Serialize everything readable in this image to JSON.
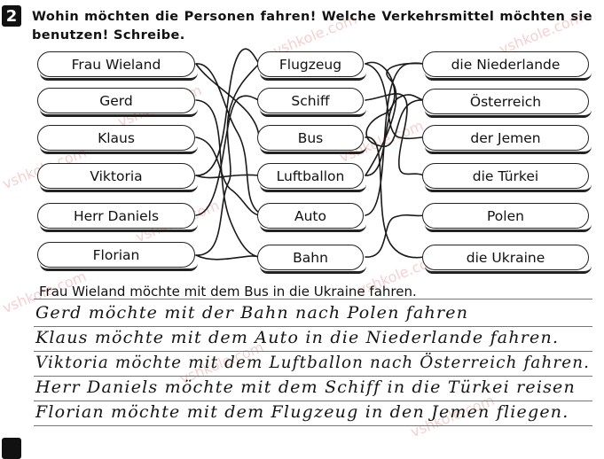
{
  "task": {
    "number": "2",
    "instruction": "Wohin möchten die Personen fahren! Welche Verkehrsmittel möchten sie benutzen! Schreibe."
  },
  "watermark": "vshkole.com",
  "persons": [
    "Frau Wieland",
    "Gerd",
    "Klaus",
    "Viktoria",
    "Herr Daniels",
    "Florian"
  ],
  "vehicles": [
    "Flugzeug",
    "Schiff",
    "Bus",
    "Luftballon",
    "Auto",
    "Bahn"
  ],
  "destinations": [
    "die Niederlande",
    "Österreich",
    "der Jemen",
    "die Türkei",
    "Polen",
    "die Ukraine"
  ],
  "example_sentence": "Frau Wieland möchte mit dem Bus in die Ukraine fahren.",
  "handwritten_answers": [
    "Gerd möchte mit der Bahn nach Polen fahren",
    "Klaus möchte mit dem Auto in die Niederlande fahren.",
    "Viktoria möchte mit dem Luftballon nach Österreich fahren.",
    "Herr Daniels möchte mit dem Schiff in die Türkei reisen",
    "Florian möchte mit dem Flugzeug in den Jemen fliegen."
  ]
}
